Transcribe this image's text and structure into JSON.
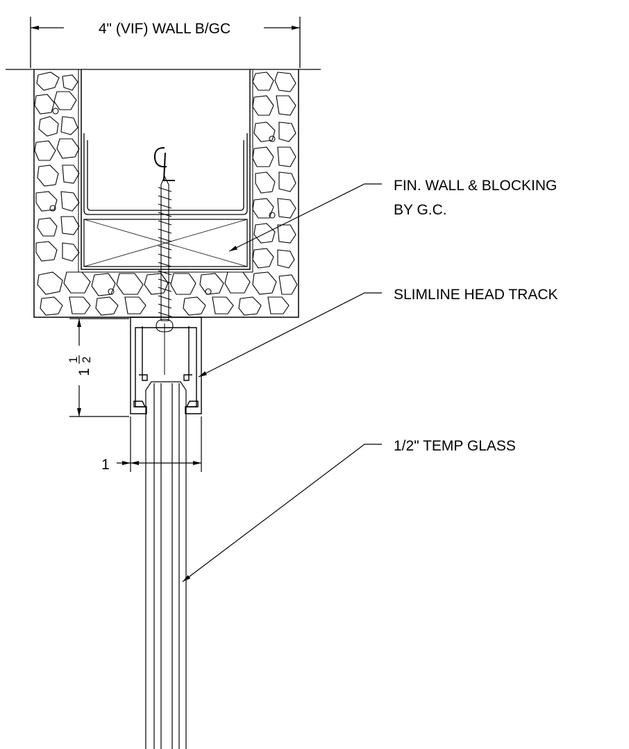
{
  "dimensions": {
    "wall_width": "4\" (VIF) WALL B/GC",
    "track_height_whole": "1",
    "track_height_num": "1",
    "track_height_den": "2",
    "track_width": "1"
  },
  "symbols": {
    "centerline": "CL"
  },
  "callouts": {
    "wall_line1": "FIN. WALL & BLOCKING",
    "wall_line2": "BY G.C.",
    "head_track": "SLIMLINE HEAD TRACK",
    "glass": "1/2\" TEMP GLASS"
  },
  "colors": {
    "line": "#000000",
    "background": "#ffffff"
  }
}
